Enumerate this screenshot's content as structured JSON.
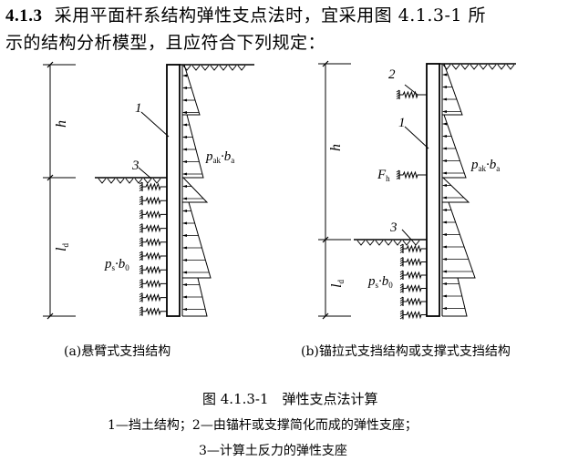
{
  "clause": {
    "number": "4.1.3",
    "line1": "采用平面杆系结构弹性支点法时，宜采用图 4.1.3-1 所",
    "line2": "示的结构分析模型，且应符合下列规定："
  },
  "figure": {
    "labels": {
      "wall": "1",
      "anchor": "2",
      "soil_spring": "3",
      "h": "h",
      "ld": "l",
      "ld_sub": "d",
      "pak": "p",
      "pak_sub": "ak",
      "ba": "b",
      "ba_sub": "a",
      "ps": "p",
      "ps_sub": "s",
      "b0": "b",
      "b0_sub": "0",
      "Fh": "F",
      "Fh_sub": "h",
      "dot": "·"
    },
    "sub_a": "(a)悬臂式支挡结构",
    "sub_b": "(b)锚拉式支挡结构或支撑式支挡结构",
    "title": "图 4.1.3-1　弹性支点法计算",
    "legend1": "1—挡土结构；2—由锚杆或支撑简化而成的弹性支座；",
    "legend2": "3—计算土反力的弹性支座"
  }
}
